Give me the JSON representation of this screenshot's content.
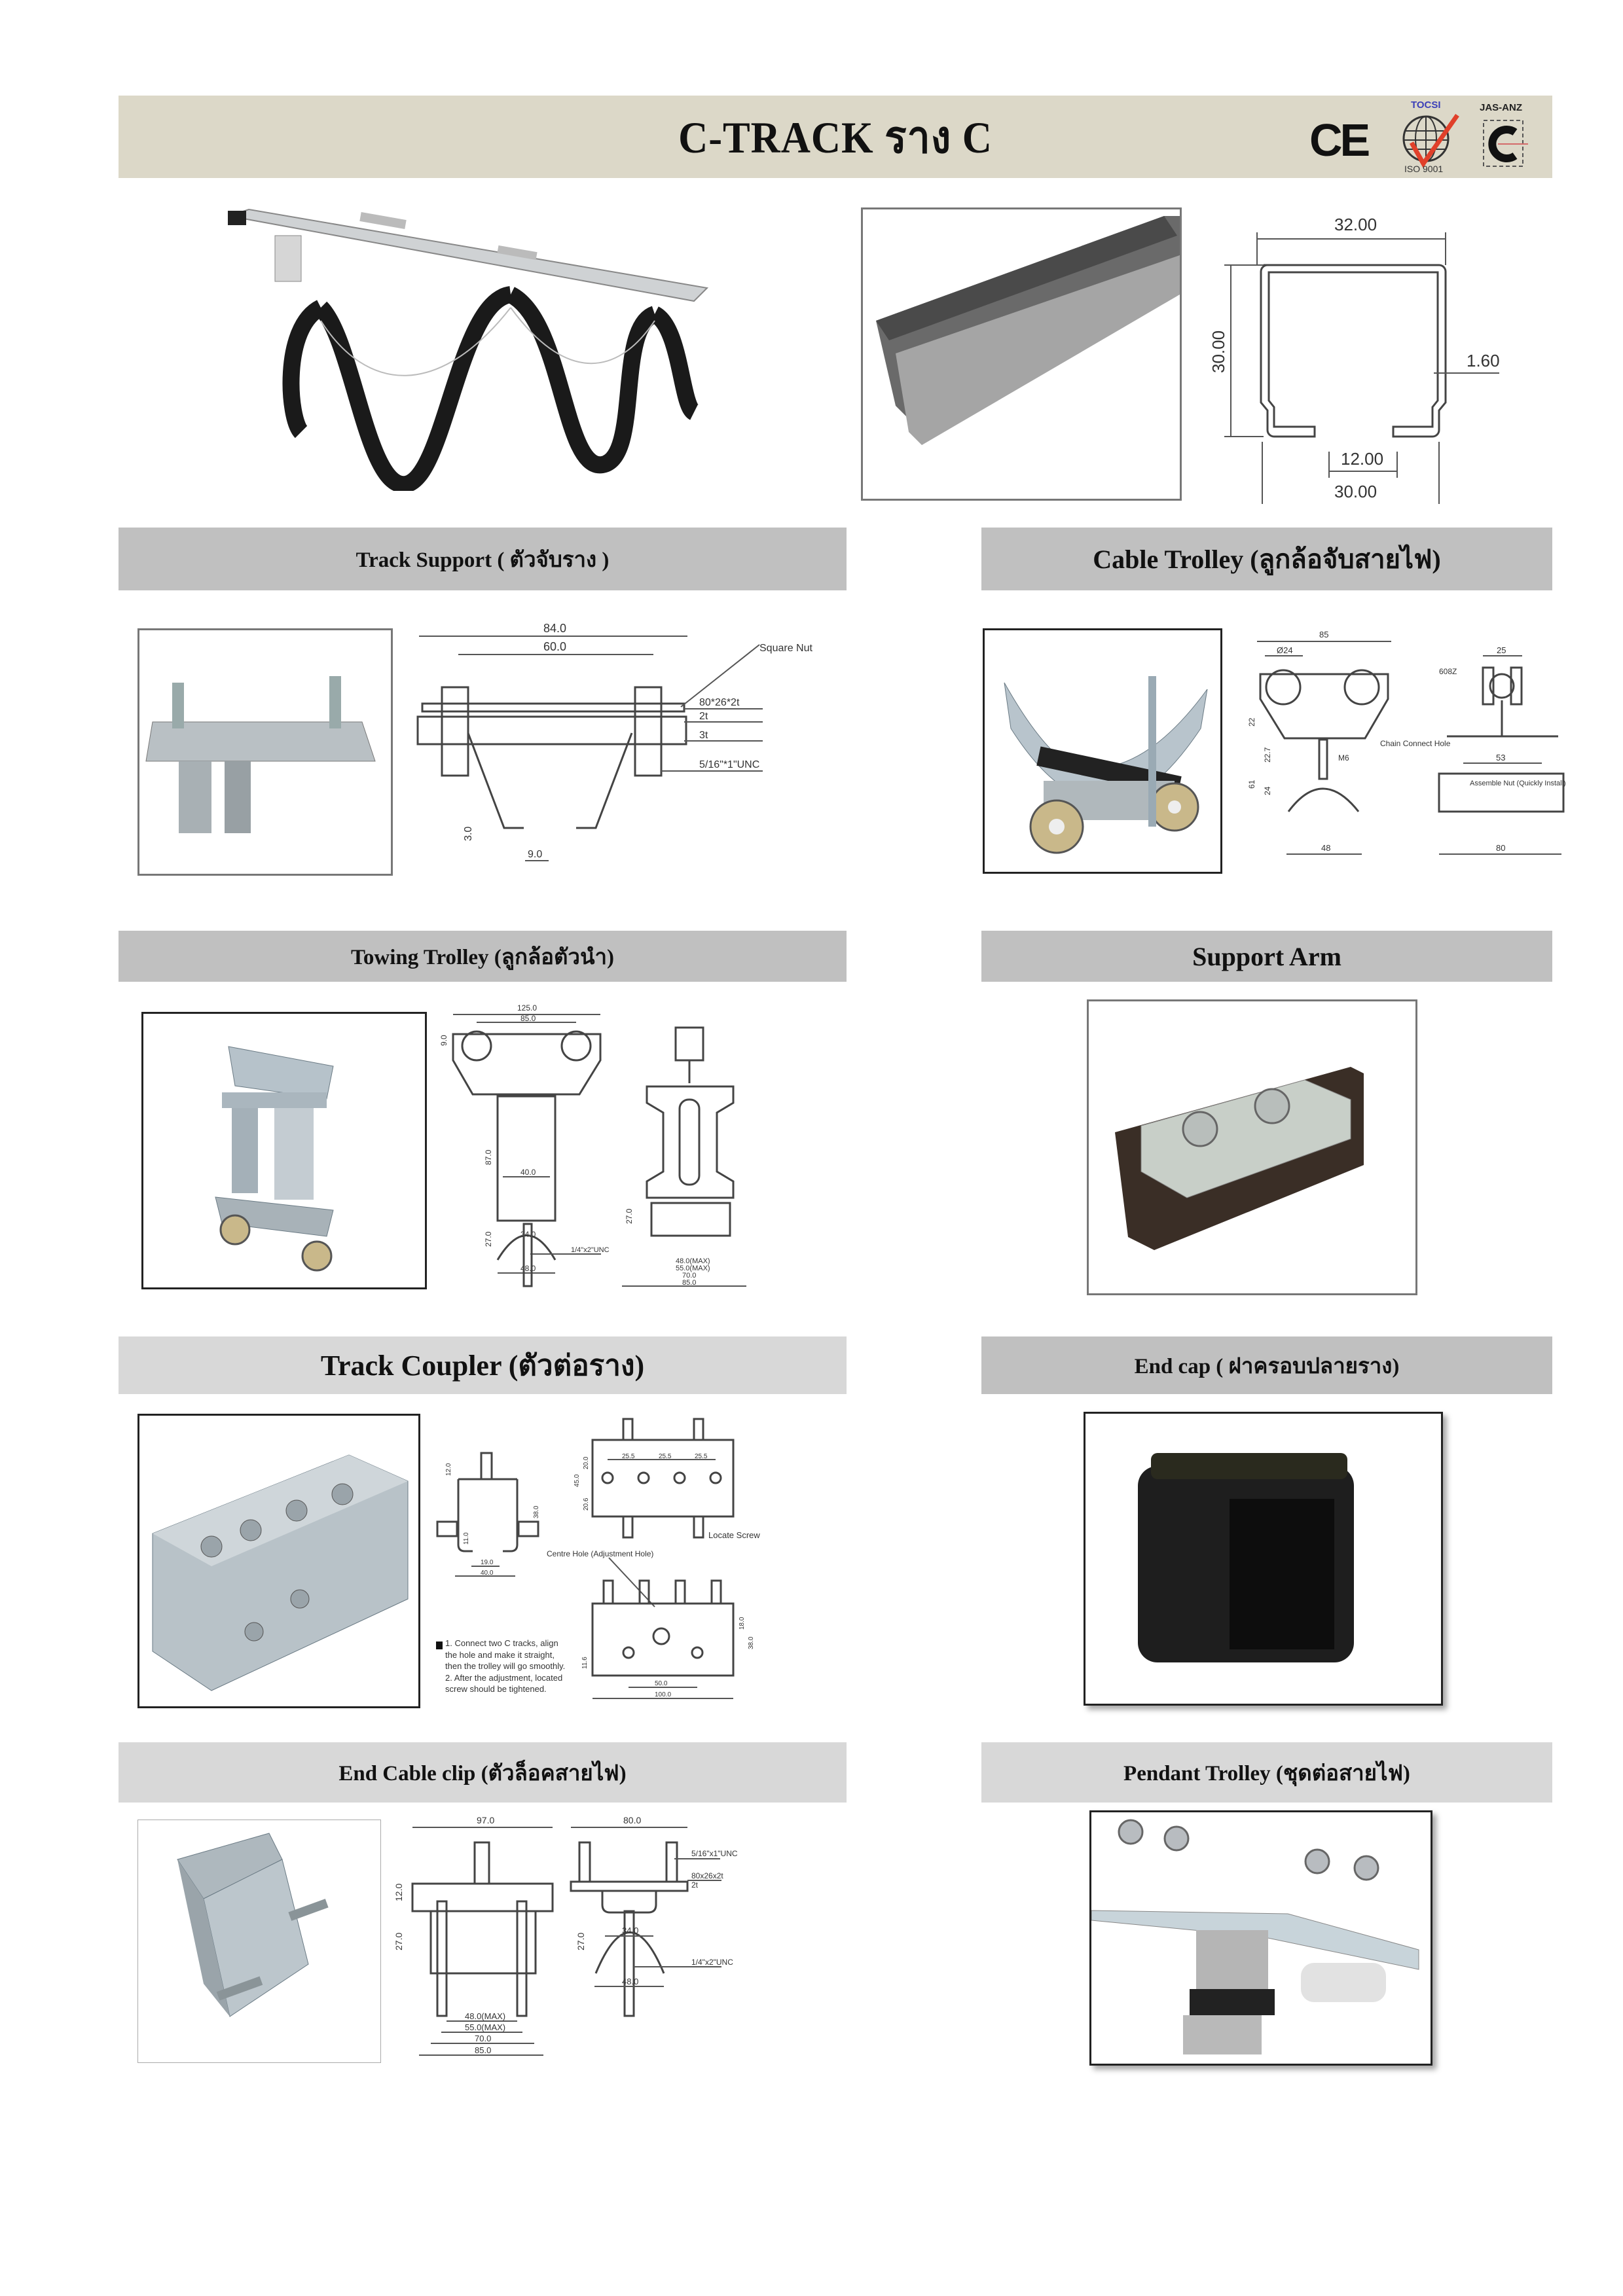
{
  "header": {
    "title": "C-TRACK  ราง C",
    "certifications": {
      "ce": "CE",
      "tocsi": "TOCSI",
      "iso": "ISO 9001",
      "jas_anz": "JAS-ANZ"
    }
  },
  "profile_drawing": {
    "width_top": "32.00",
    "height": "30.00",
    "thickness": "1.60",
    "opening": "12.00",
    "width_bottom": "30.00"
  },
  "sections": {
    "track_support": {
      "title": "Track Support  ( ตัวจับราง )",
      "drawing": {
        "dim_overall": "84.0",
        "dim_bolt_spacing": "60.0",
        "square_nut": "Square Nut",
        "plate": "80*26*2t",
        "t2": "2t",
        "t3": "3t",
        "bolt": "5/16\"*1\"UNC",
        "dim_lip": "3.0",
        "dim_gap": "9.0"
      }
    },
    "cable_trolley": {
      "title": "Cable Trolley (ลูกล้อจับสายไฟ)",
      "drawing": {
        "dim_overall": "85",
        "dim_wheel": "Ø24",
        "dim_22": "22",
        "dim_227": "22.7",
        "dim_m6": "M6",
        "dim_61": "61",
        "dim_24": "24",
        "dim_48": "48",
        "chain_hole": "Chain Connect Hole",
        "bearing": "608Z",
        "dim_25": "25",
        "dim_53": "53",
        "assemble_nut": "Assemble Nut (Quickly Install)",
        "dim_80": "80"
      }
    },
    "towing_trolley": {
      "title": "Towing Trolley (ลูกล้อตัวนำ)",
      "drawing": {
        "dim_125": "125.0",
        "dim_85": "85.0",
        "dim_9": "9.0",
        "dim_87": "87.0",
        "dim_40": "40.0",
        "dim_27a": "27.0",
        "dim_34": "34.0",
        "dim_48": "48.0",
        "bolt": "1/4\"x2\"UNC",
        "dim_27b": "27.0",
        "dim_48max": "48.0(MAX)",
        "dim_55max": "55.0(MAX)",
        "dim_70": "70.0",
        "dim_85b": "85.0"
      }
    },
    "support_arm": {
      "title": "Support Arm"
    },
    "track_coupler": {
      "title": "Track Coupler (ตัวต่อราง)",
      "drawing": {
        "dim_12": "12.0",
        "dim_38": "38.0",
        "dim_11": "11.0",
        "dim_19": "19.0",
        "dim_40": "40.0",
        "dim_255a": "25.5",
        "dim_255b": "25.5",
        "dim_255c": "25.5",
        "dim_20": "20.0",
        "dim_45": "45.0",
        "dim_206": "20.6",
        "locate_screw": "Locate Screw",
        "centre_hole": "Centre Hole (Adjustment Hole)",
        "dim_18": "18.0",
        "dim_38b": "38.0",
        "dim_116": "11.6",
        "dim_50": "50.0",
        "dim_100": "100.0",
        "note1": "1. Connect two C tracks, align the hole and make it straight, then the trolley will go smoothly.",
        "note2": "2. After the adjustment, located screw should be tightened."
      }
    },
    "end_cap": {
      "title": "End cap ( ฝาครอบปลายราง)"
    },
    "end_cable_clip": {
      "title": "End Cable clip (ตัวล็อคสายไฟ)",
      "drawing": {
        "dim_97": "97.0",
        "dim_12": "12.0",
        "dim_27": "27.0",
        "dim_48max": "48.0(MAX)",
        "dim_55max": "55.0(MAX)",
        "dim_70": "70.0",
        "dim_85": "85.0",
        "dim_80": "80.0",
        "bolt_top": "5/16\"x1\"UNC",
        "plate": "80x26x2t",
        "t2": "2t",
        "dim_27b": "27.0",
        "dim_34": "34.0",
        "bolt_bottom": "1/4\"x2\"UNC",
        "dim_48": "48.0"
      }
    },
    "pendant_trolley": {
      "title": "Pendant Trolley (ชุดต่อสายไฟ)"
    }
  },
  "colors": {
    "header_band": "#dcd8c8",
    "bar_dark": "#c0c0c0",
    "bar_light": "#d8d8d8",
    "tocsi_blue": "#3b3fb8",
    "check_red": "#e0402a"
  }
}
